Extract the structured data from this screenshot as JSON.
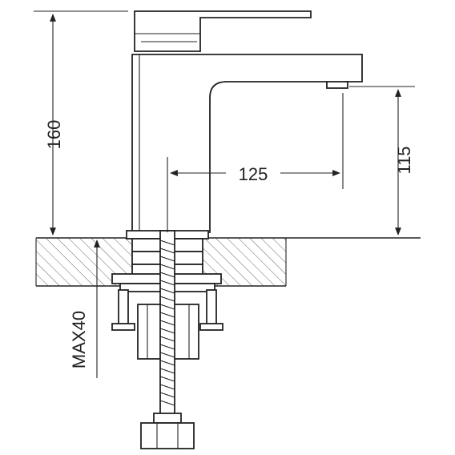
{
  "dimensions": {
    "height_total": "160",
    "spout_reach": "125",
    "spout_height": "115",
    "max_deck": "MAX40"
  }
}
